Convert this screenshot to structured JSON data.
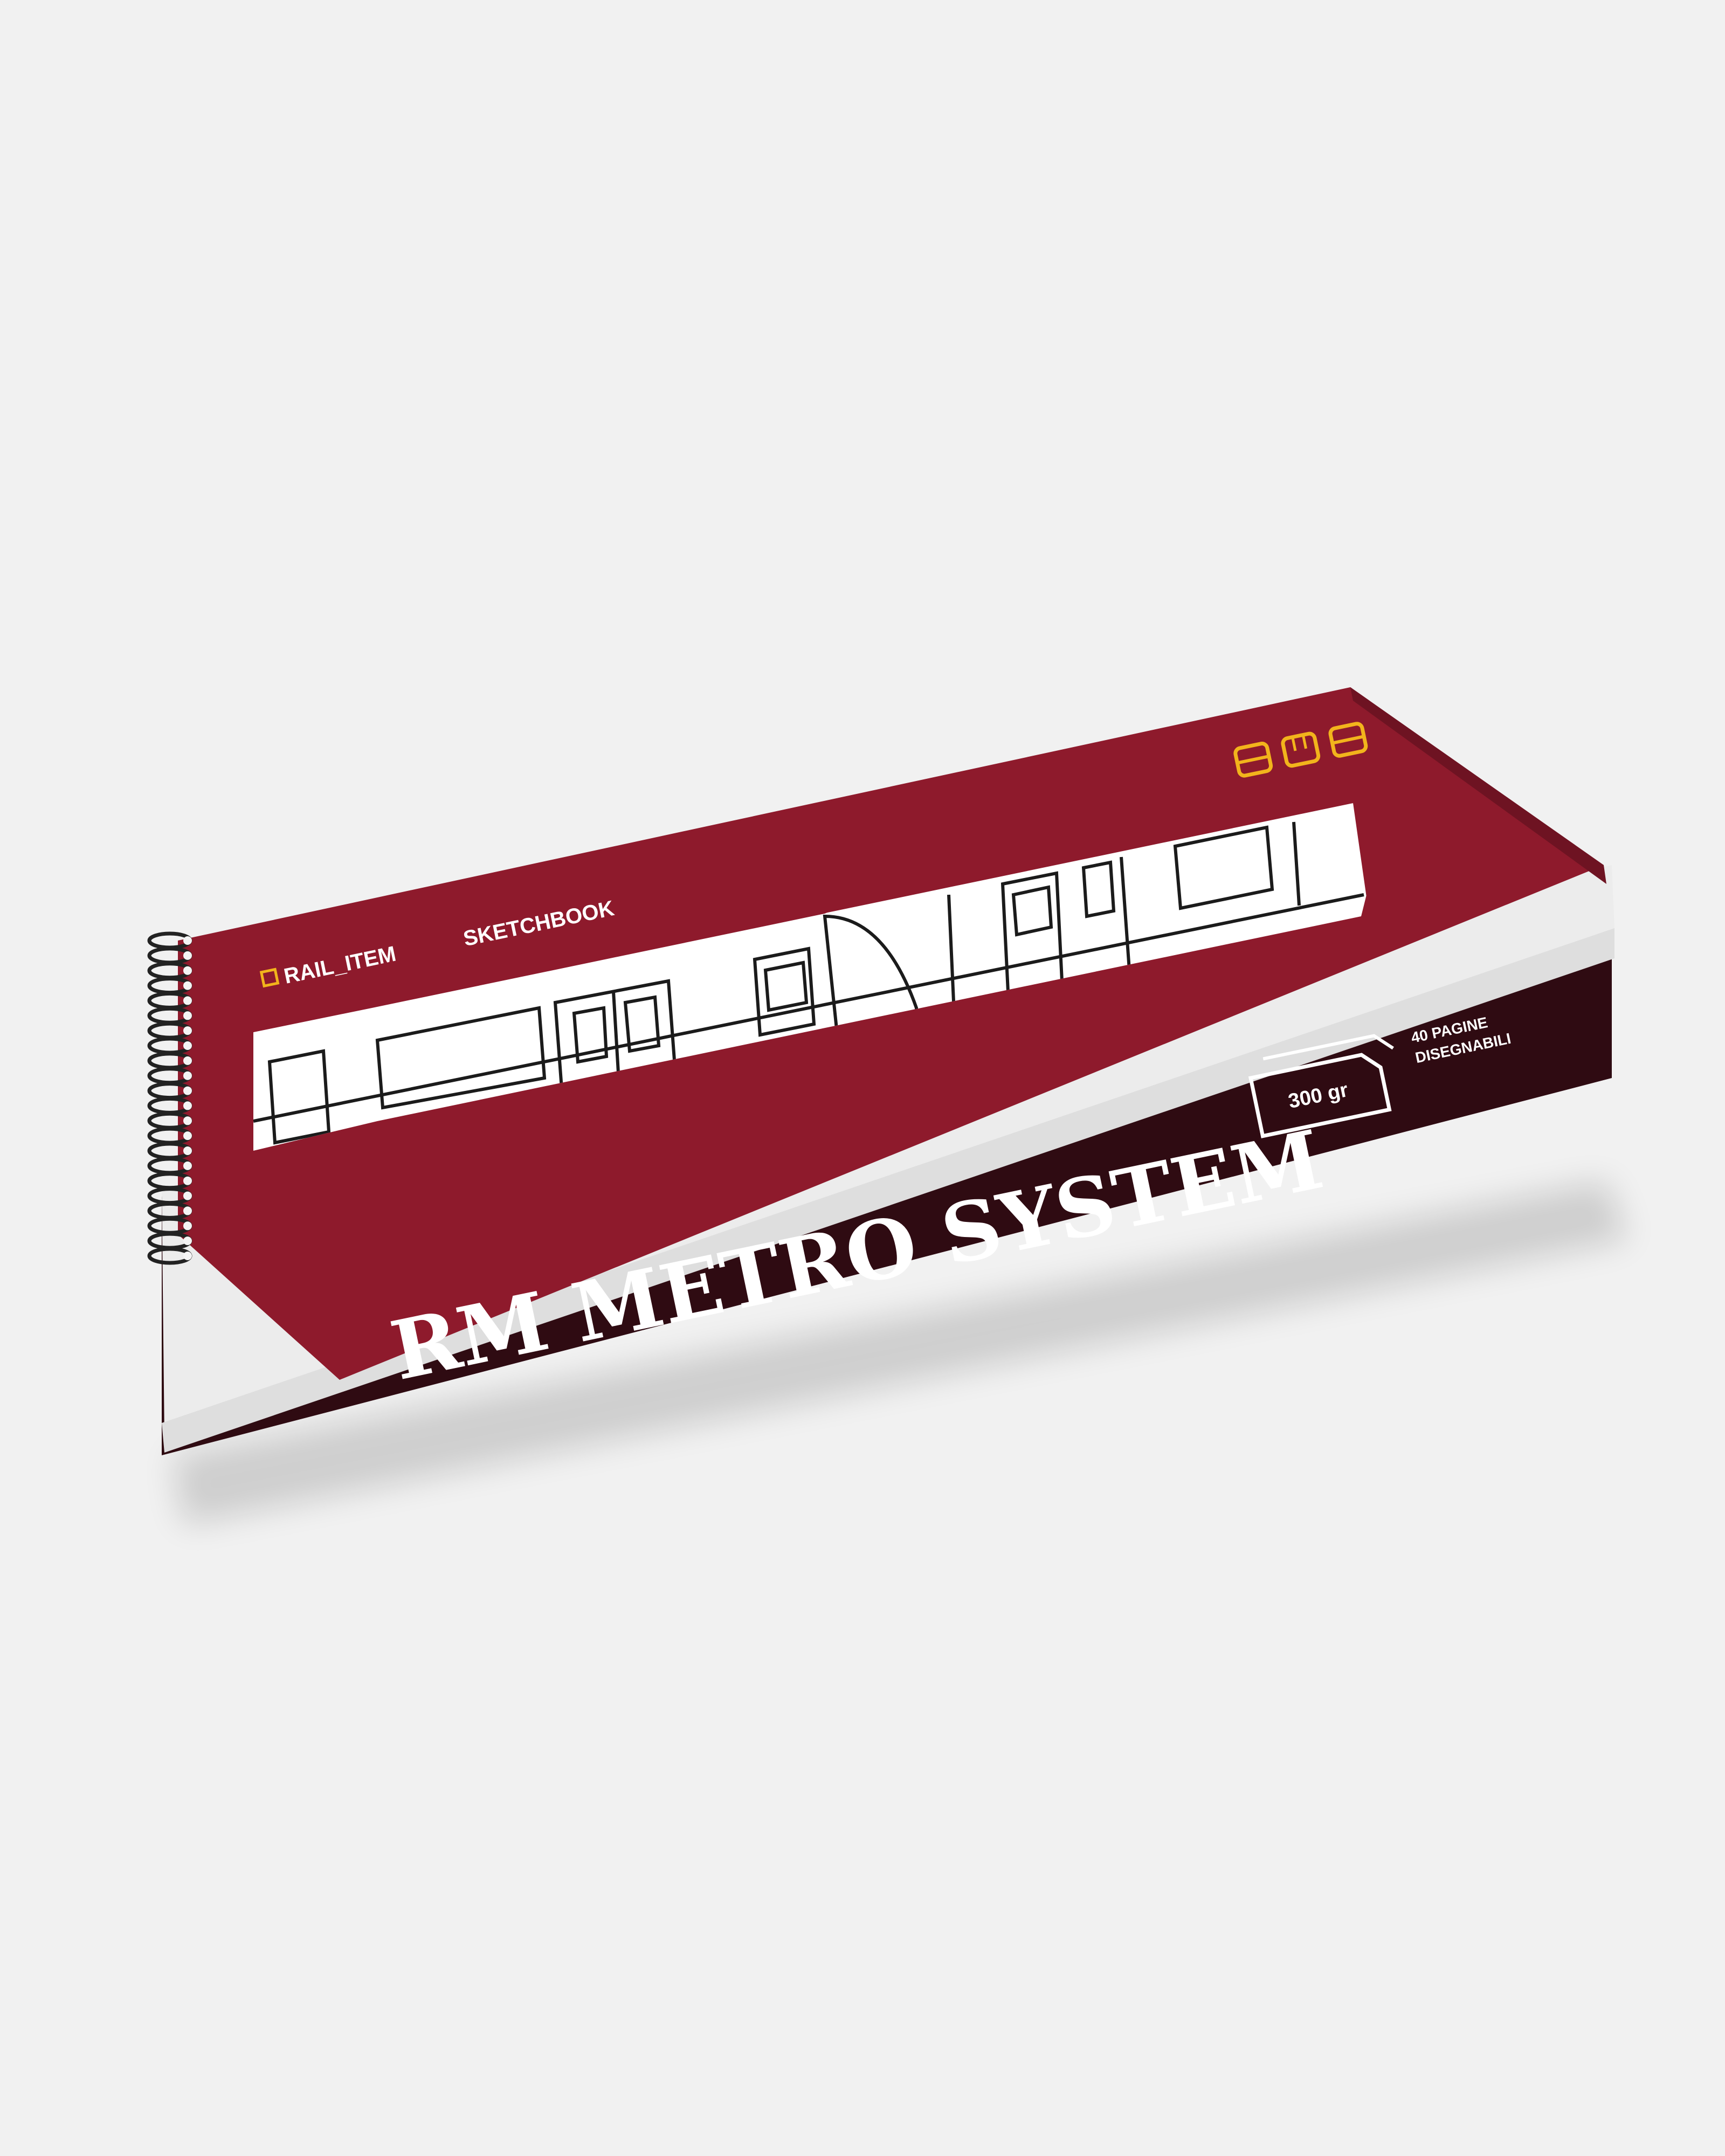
{
  "product": {
    "brand": "RAIL_ITEM",
    "category": "SKETCHBOOK",
    "title": "RM METRO SYSTEM",
    "paper_weight": "300 gr",
    "pages_line1": "40 PAGINE",
    "pages_line2": "DISEGNABILI"
  },
  "icons": [
    "bus-icon",
    "tram-icon",
    "metro-icon"
  ],
  "colors": {
    "cover": "#8e1a2c",
    "cover_shadow": "#5e0f1c",
    "accent": "#f2b41c",
    "page_edge": "#ececec",
    "background": "#f1f1f1",
    "ink": "#1b1b1b"
  }
}
